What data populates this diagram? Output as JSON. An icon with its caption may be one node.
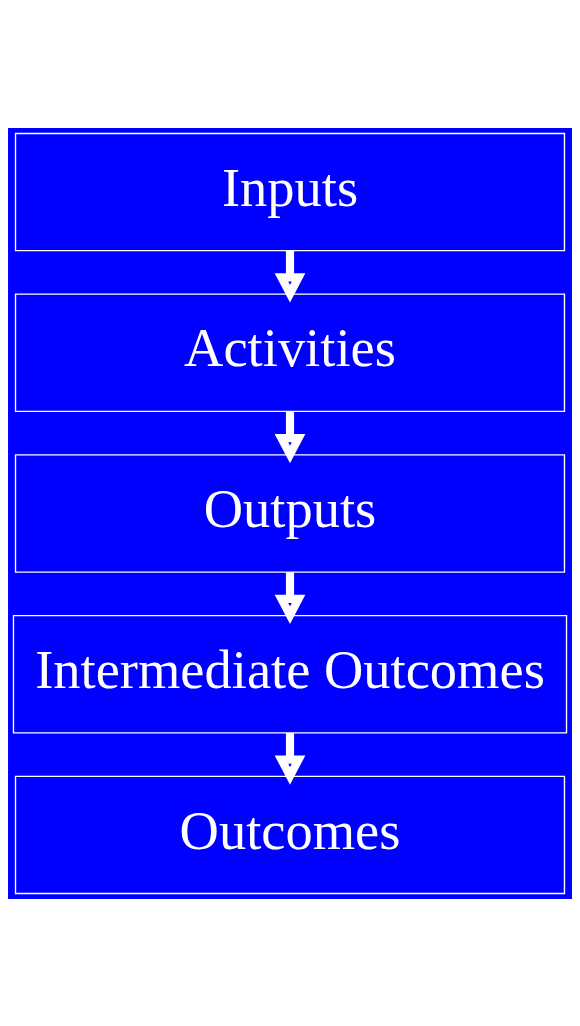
{
  "diagram": {
    "nodes": [
      {
        "text": [
          "Inputs"
        ]
      },
      {
        "text": [
          "Activities"
        ]
      },
      {
        "text": [
          "Outputs"
        ]
      },
      {
        "text": [
          "Intermediate Outcomes"
        ]
      },
      {
        "text": [
          "Outcomes"
        ]
      }
    ],
    "edges": [
      {
        "from": 0,
        "to": 1,
        "arrow": "to"
      },
      {
        "from": 1,
        "to": 2,
        "arrow": "to"
      },
      {
        "from": 2,
        "to": 3,
        "arrow": "to"
      },
      {
        "from": 3,
        "to": 4,
        "arrow": "to"
      }
    ]
  }
}
